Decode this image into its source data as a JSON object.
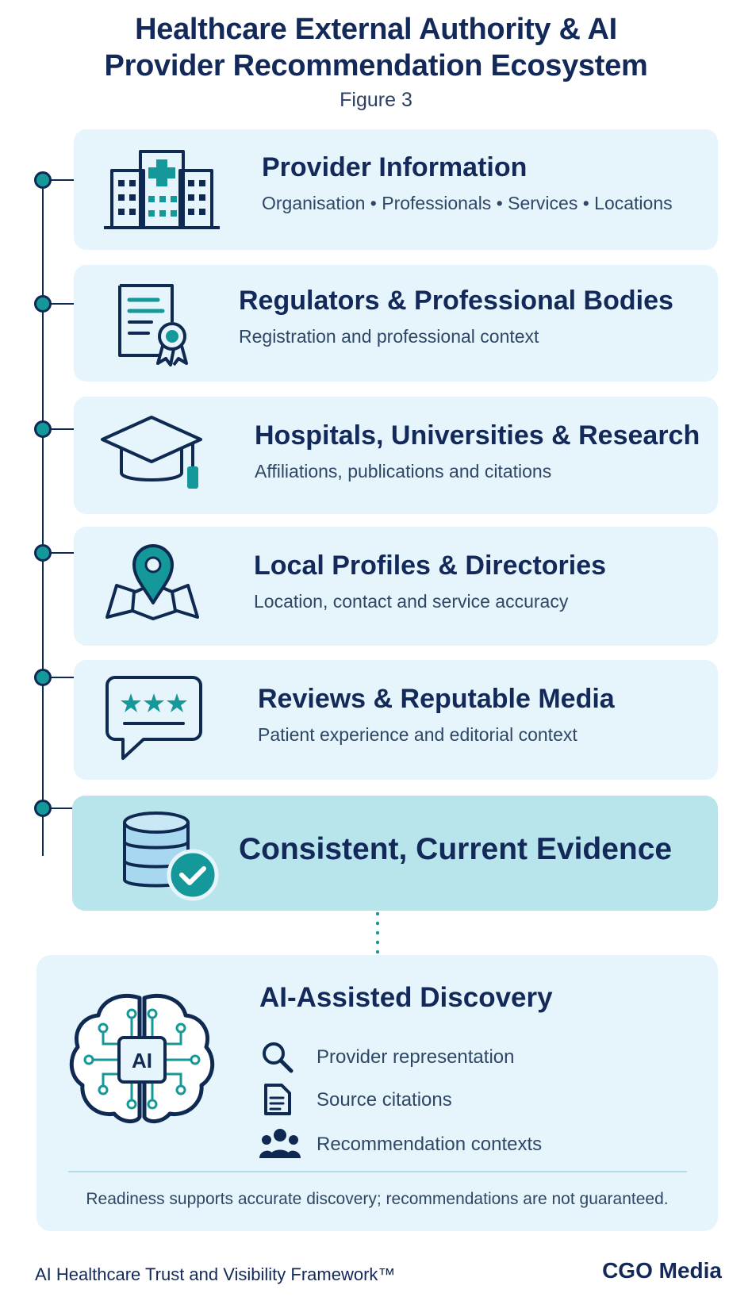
{
  "header": {
    "title_line1": "Healthcare External Authority & AI",
    "title_line2": "Provider Recommendation Ecosystem",
    "subtitle": "Figure 3"
  },
  "cards": [
    {
      "title": "Provider Information",
      "subtitle": "Organisation • Professionals • Services • Locations",
      "icon": "hospital-icon"
    },
    {
      "title": "Regulators & Professional Bodies",
      "subtitle": "Registration and professional context",
      "icon": "certificate-icon"
    },
    {
      "title": "Hospitals, Universities & Research",
      "subtitle": "Affiliations, publications and citations",
      "icon": "graduation-cap-icon"
    },
    {
      "title": "Local Profiles & Directories",
      "subtitle": "Location, contact and service accuracy",
      "icon": "map-pin-icon"
    },
    {
      "title": "Reviews & Reputable Media",
      "subtitle": "Patient experience and editorial context",
      "icon": "review-stars-icon"
    },
    {
      "title": "Consistent, Current Evidence",
      "subtitle": "",
      "icon": "database-check-icon"
    }
  ],
  "discovery": {
    "title": "AI-Assisted Discovery",
    "brain_label": "AI",
    "items": [
      {
        "label": "Provider representation",
        "icon": "search-icon"
      },
      {
        "label": "Source citations",
        "icon": "document-icon"
      },
      {
        "label": "Recommendation contexts",
        "icon": "people-icon"
      }
    ],
    "disclaimer": "Readiness supports accurate discovery; recommendations are not guaranteed."
  },
  "footer": {
    "left": "AI Healthcare Trust and Visibility Framework™",
    "right": "CGO Media"
  },
  "colors": {
    "navy": "#13295a",
    "teal": "#15989a",
    "card_bg": "#e6f4fb",
    "final_card_bg": "#b8e4ec"
  }
}
